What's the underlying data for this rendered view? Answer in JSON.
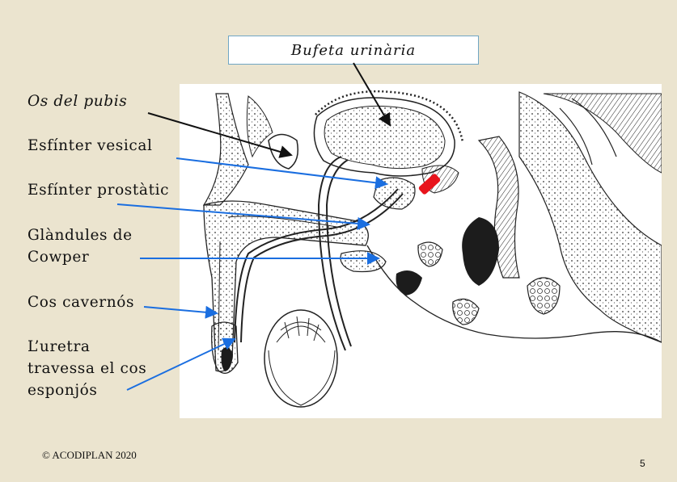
{
  "title": "Bufeta urinària",
  "labels": {
    "os_pubis": "Os del pubis",
    "esfinter_vesical": "Esfínter vesical",
    "esfinter_prostatic": "Esfínter prostàtic",
    "glandules_line1": "Glàndules de",
    "glandules_line2": "Cowper",
    "cos_cavernos": "Cos cavernós",
    "uretra_line1": "L’uretra",
    "uretra_line2": "travessa el cos",
    "uretra_line3": "esponjós"
  },
  "footer": {
    "copyright": "© ACODIPLAN 2020",
    "page_number": "5"
  },
  "colors": {
    "background": "#ebe4cf",
    "arrow_blue": "#1a6ee0",
    "arrow_black": "#111111",
    "sphincter_red": "#e8141c"
  }
}
